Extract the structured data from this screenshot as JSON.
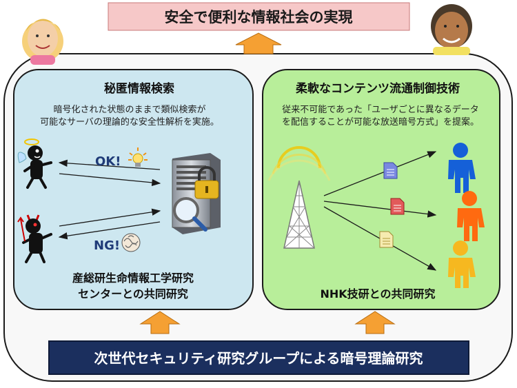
{
  "goal_title": "安全で便利な情報社会の実現",
  "left_panel": {
    "heading": "秘匿情報検索",
    "desc_line1": "暗号化された状態のままで類似検索が",
    "desc_line2": "可能なサーバの理論的な安全性解析を実施。",
    "ok_label": "OK!",
    "ng_label": "NG!",
    "collab_line1": "産総研生命情報工学研究",
    "collab_line2": "センターとの共同研究"
  },
  "right_panel": {
    "heading": "柔軟なコンテンツ流通制御技術",
    "desc_line1": "従来不可能であった「ユーザごとに異なるデータ",
    "desc_line2": "を配信することが可能な放送暗号方式」を提案。",
    "collab": "NHK技研との共同研究"
  },
  "bottom_banner": "次世代セキュリティ研究グループによる暗号理論研究",
  "colors": {
    "left_panel_bg": "#cde7f0",
    "right_panel_bg": "#b8ee9a",
    "title_box_bg": "#f6c8c8",
    "arrow_orange": "#f5a033",
    "banner_bg": "#1b2f5e",
    "person_blue": "#1560d8",
    "person_orange": "#ff6a10",
    "person_yellow": "#f6b820"
  },
  "icons": [
    "woman-face-icon",
    "man-face-icon",
    "server-lock-icon",
    "lightbulb-icon",
    "tangled-brain-icon",
    "angel-figure-icon",
    "devil-figure-icon",
    "broadcast-tower-icon",
    "document-icon",
    "person-icon"
  ]
}
